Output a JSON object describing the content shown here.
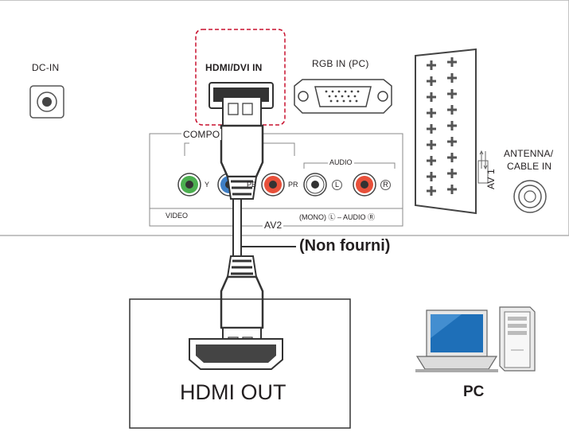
{
  "panel": {
    "dc_in": "DC-IN",
    "hdmi_dvi_in": "HDMI/DVI IN",
    "rgb_in": "RGB IN (PC)",
    "component": "COMPO",
    "audio": "AUDIO",
    "y": "Y",
    "pb": "PB",
    "pr": "PR",
    "l": "L",
    "r": "R",
    "video": "VIDEO",
    "av2": "AV2",
    "mono_audio": "(MONO) Ⓛ – AUDIO Ⓡ",
    "av1": "AV 1",
    "antenna_line1": "ANTENNA/",
    "antenna_line2": "CABLE IN"
  },
  "cable_note": "(Non fourni)",
  "source": {
    "hdmi_out": "HDMI OUT",
    "pc": "PC"
  },
  "colors": {
    "highlight_dash": "#c8102e",
    "component_green": "#4caf50",
    "component_blue": "#3f7fc6",
    "component_red": "#e8503a",
    "laptop_screen": "#1e6fb8"
  }
}
